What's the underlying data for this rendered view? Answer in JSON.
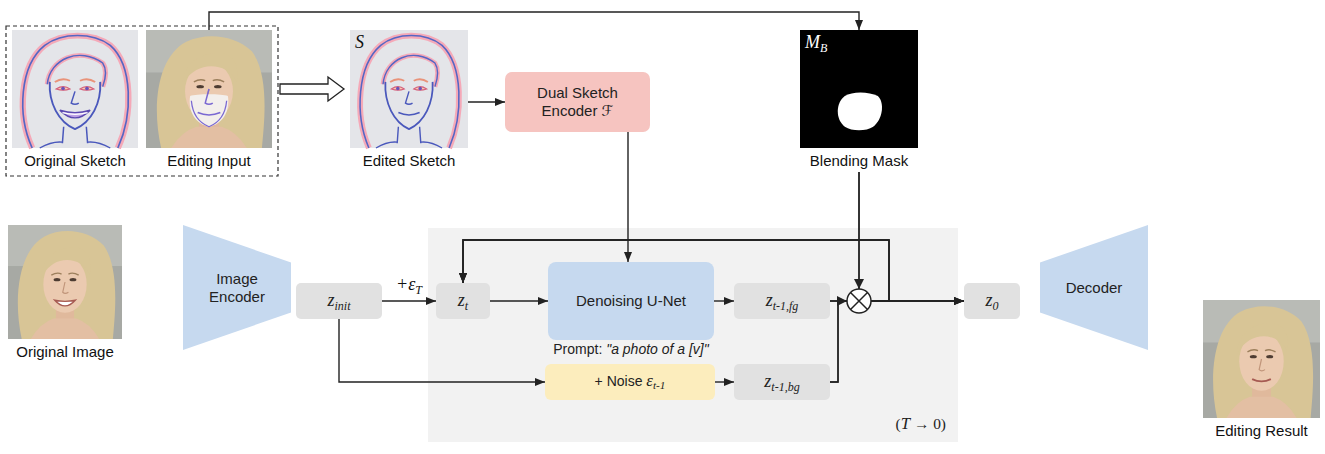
{
  "diagram": {
    "nodes": [
      {
        "text": [
          "Original Sketch"
        ]
      },
      {
        "text": [
          "Editing Input"
        ]
      },
      {
        "text": [
          "S",
          "Edited Sketch"
        ]
      },
      {
        "text": [
          "Dual Sketch Encoder ℱ"
        ]
      },
      {
        "text": [
          "MB",
          "Blending Mask"
        ]
      },
      {
        "text": [
          "Original Image"
        ]
      },
      {
        "text": [
          "Image Encoder"
        ]
      },
      {
        "text": [
          "zinit"
        ]
      },
      {
        "text": [
          "Prompt: \"a photo of a [v]\"",
          "(T → 0)"
        ]
      },
      {
        "text": [
          "zt"
        ],
        "in": 8
      },
      {
        "text": [
          "Denoising U-Net"
        ],
        "in": 8
      },
      {
        "text": [
          "zt-1,fg"
        ],
        "in": 8
      },
      {
        "text": [
          "+ Noise εt-1"
        ],
        "in": 8
      },
      {
        "text": [
          "zt-1,bg"
        ],
        "in": 8
      },
      {
        "text": [
          "z0"
        ]
      },
      {
        "text": [
          "Decoder"
        ]
      },
      {
        "text": [
          "Editing Result"
        ]
      }
    ],
    "edges": [
      {
        "from": 1,
        "to": 2,
        "arrow": "to"
      },
      {
        "from": 1,
        "to": 4,
        "arrow": "to"
      },
      {
        "from": 2,
        "to": 3,
        "arrow": "to"
      },
      {
        "from": 3,
        "to": 10,
        "arrow": "to"
      },
      {
        "from": 7,
        "to": 9,
        "arrow": "to",
        "label": "+εT"
      },
      {
        "from": 7,
        "to": 12,
        "arrow": "to"
      },
      {
        "from": 9,
        "to": 10,
        "arrow": "to"
      },
      {
        "from": 10,
        "to": 11,
        "arrow": "to"
      },
      {
        "from": 12,
        "to": 13,
        "arrow": "to"
      },
      {
        "from": 11,
        "to": 14,
        "arrow": "to"
      },
      {
        "from": 13,
        "to": 14,
        "arrow": "to"
      },
      {
        "from": 4,
        "to": 14,
        "arrow": "to"
      },
      {
        "from": 11,
        "to": 9,
        "arrow": "to"
      },
      {
        "from": 13,
        "to": 9,
        "arrow": "to"
      },
      {
        "from": 4,
        "to": 9,
        "arrow": "to"
      }
    ]
  }
}
